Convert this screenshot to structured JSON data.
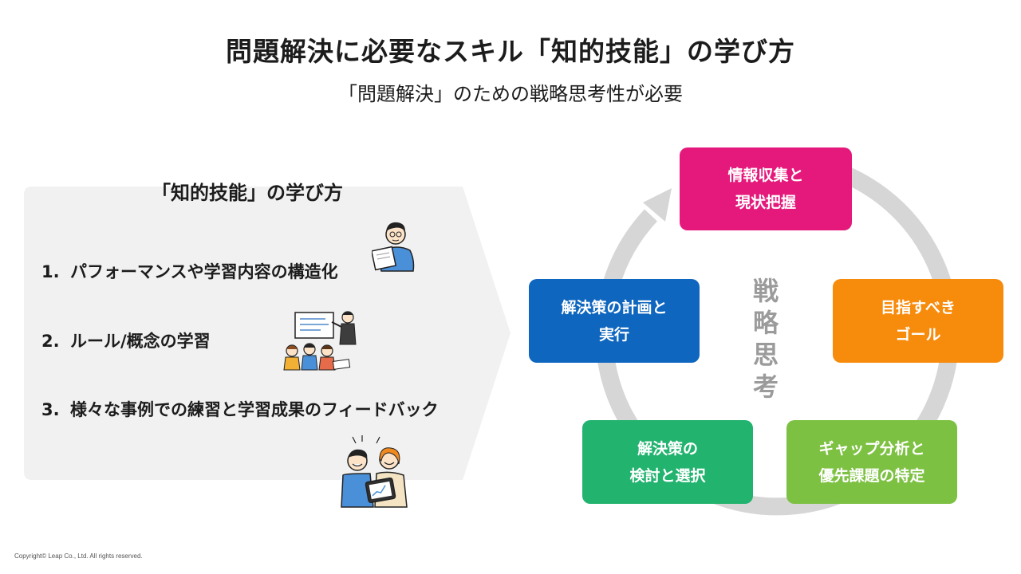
{
  "header": {
    "title": "問題解決に必要なスキル「知的技能」の学び方",
    "subtitle": "「問題解決」のための戦略思考性が必要"
  },
  "learning_panel": {
    "title": "「知的技能」の学び方",
    "steps": [
      {
        "num": "1.",
        "text": "パフォーマンスや学習内容の構造化"
      },
      {
        "num": "2.",
        "text": "ルール/概念の学習"
      },
      {
        "num": "3.",
        "text": "様々な事例での練習と学習成果のフィードバック"
      }
    ]
  },
  "cycle": {
    "center_label": [
      "戦",
      "略",
      "思",
      "考"
    ],
    "steps": [
      {
        "lines": [
          "情報収集と",
          "現状把握"
        ],
        "color": "#e4197b"
      },
      {
        "lines": [
          "目指すべき",
          "ゴール"
        ],
        "color": "#f68b0c"
      },
      {
        "lines": [
          "ギャップ分析と",
          "優先課題の特定"
        ],
        "color": "#7dc142"
      },
      {
        "lines": [
          "解決策の",
          "検討と選択"
        ],
        "color": "#22b36f"
      },
      {
        "lines": [
          "解決策の計画と",
          "実行"
        ],
        "color": "#0e66bf"
      }
    ],
    "ring_color": "#d6d6d6"
  },
  "footer": {
    "copyright": "Copyright© Leap Co., Ltd.  All rights reserved."
  }
}
